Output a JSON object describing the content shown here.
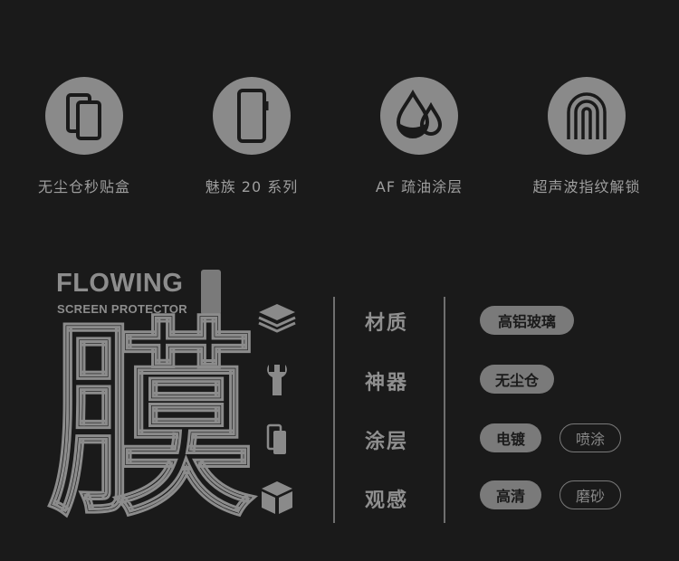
{
  "features": [
    {
      "icon": "dustproof-box-icon",
      "label": "无尘仓秒贴盒"
    },
    {
      "icon": "phone-icon",
      "label": "魅族 20 系列"
    },
    {
      "icon": "oil-drops-icon",
      "label": "AF 疏油涂层"
    },
    {
      "icon": "fingerprint-icon",
      "label": "超声波指纹解锁"
    }
  ],
  "brand": {
    "title": "FLOWING",
    "subtitle": "SCREEN PROTECTOR",
    "big_char": "膜"
  },
  "specs": [
    {
      "category": "材质",
      "icon": "layers-icon",
      "options": [
        {
          "label": "高铝玻璃",
          "style": "filled"
        }
      ]
    },
    {
      "category": "神器",
      "icon": "wrench-icon",
      "options": [
        {
          "label": "无尘仓",
          "style": "filled"
        }
      ]
    },
    {
      "category": "涂层",
      "icon": "dual-phone-icon",
      "options": [
        {
          "label": "电镀",
          "style": "filled"
        },
        {
          "label": "喷涂",
          "style": "outline"
        }
      ]
    },
    {
      "category": "观感",
      "icon": "cube-icon",
      "options": [
        {
          "label": "高清",
          "style": "filled"
        },
        {
          "label": "磨砂",
          "style": "outline"
        }
      ]
    }
  ],
  "colors": {
    "background": "#1a1a1a",
    "icon_circle": "#8a8a8a",
    "chip_fill": "#7a7a7a",
    "text": "#9a9a9a"
  }
}
